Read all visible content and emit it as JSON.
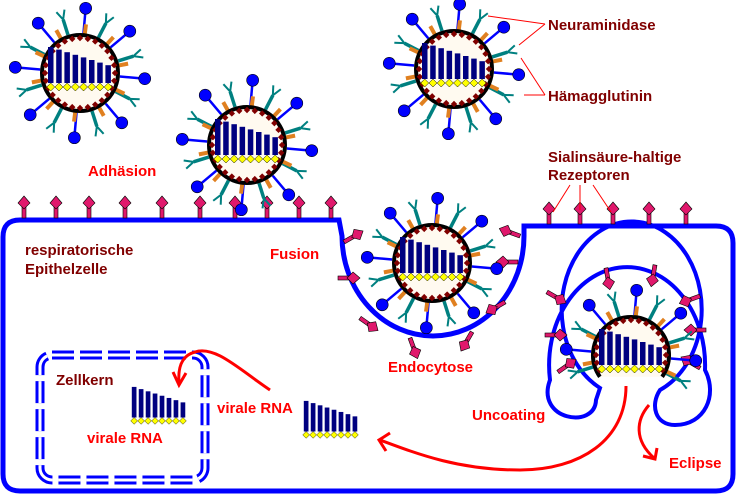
{
  "title": "Influenza virus infection cycle",
  "colors": {
    "membrane": "#0000ff",
    "receptor": "#e0186c",
    "neuraminidase": "#0000ff",
    "hemagglutinin": "#008080",
    "matrix_bead": "#800000",
    "core_fill": "#fffaf0",
    "rna_bar": "#000080",
    "rna_bead": "#ffff00",
    "spike_orange": "#e08020",
    "arrow": "#ff0000",
    "label_dark": "#800000",
    "label_red": "#ff0000"
  },
  "labels": {
    "neuraminidase": "Neuraminidase",
    "hemagglutinin": "Hämagglutinin",
    "adhesion": "Adhäsion",
    "receptors_line1": "Sialinsäure-haltige",
    "receptors_line2": "Rezeptoren",
    "cell_line1": "respiratorische",
    "cell_line2": "Epithelzelle",
    "fusion": "Fusion",
    "endocytosis": "Endocytose",
    "nucleus": "Zellkern",
    "viral_rna_nucleus": "virale RNA",
    "viral_rna_cytoplasm": "virale RNA",
    "uncoating": "Uncoating",
    "eclipse": "Eclipse"
  },
  "stages": [
    "Adhäsion",
    "Fusion",
    "Endocytose",
    "Uncoating",
    "Eclipse"
  ],
  "rna_segments": 8
}
